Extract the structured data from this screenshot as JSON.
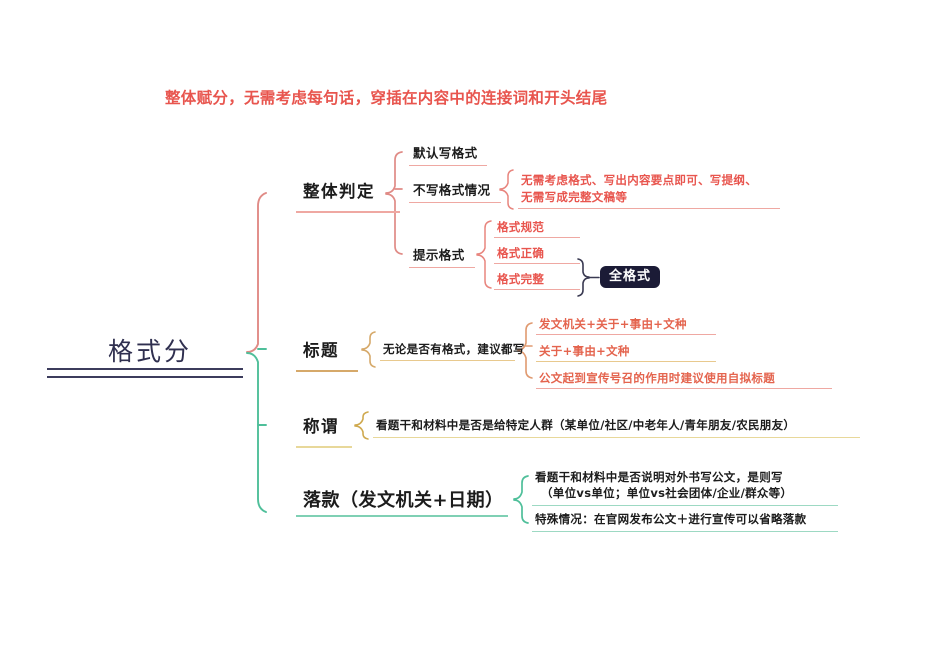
{
  "title": "整体赋分，无需考虑每句话，穿插在内容中的连接词和开头结尾",
  "root": {
    "label": "格式分"
  },
  "branches": {
    "judgement": {
      "label": "整体判定",
      "children": [
        {
          "label": "默认写格式"
        },
        {
          "label": "不写格式情况",
          "detail_line1": "无需考虑格式、写出内容要点即可、写提纲、",
          "detail_line2": "无需写成完整文稿等"
        },
        {
          "label": "提示格式",
          "items": [
            {
              "label": "格式规范"
            },
            {
              "label": "格式正确"
            },
            {
              "label": "格式完整"
            }
          ],
          "badge": "全格式"
        }
      ]
    },
    "heading": {
      "label": "标题",
      "note": "无论是否有格式，建议都写",
      "items": [
        {
          "label": "发文机关+关于+事由+文种"
        },
        {
          "label": "关于+事由+文种"
        },
        {
          "label": "公文起到宣传号召的作用时建议使用自拟标题"
        }
      ]
    },
    "salutation": {
      "label": "称谓",
      "note": "看题干和材料中是否是给特定人群（某单位/社区/中老年人/青年朋友/农民朋友）"
    },
    "signature": {
      "label": "落款（发文机关+日期）",
      "items": [
        {
          "line1": "看题干和材料中是否说明对外书写公文，是则写",
          "line2": "（单位vs单位；单位vs社会团体/企业/群众等）"
        },
        {
          "line1": "特殊情况：在官网发布公文＋进行宣传可以省略落款"
        }
      ]
    }
  },
  "colors": {
    "title_red": "#e8554e",
    "root_navy": "#3c3c5c",
    "branch_red": "#e08b86",
    "branch_green": "#4fbf9a",
    "underline_tan": "#d6a96a",
    "underline_cream": "#e8d89a",
    "underline_green": "#7fd0b4",
    "badge_bg": "#1b1b36"
  }
}
